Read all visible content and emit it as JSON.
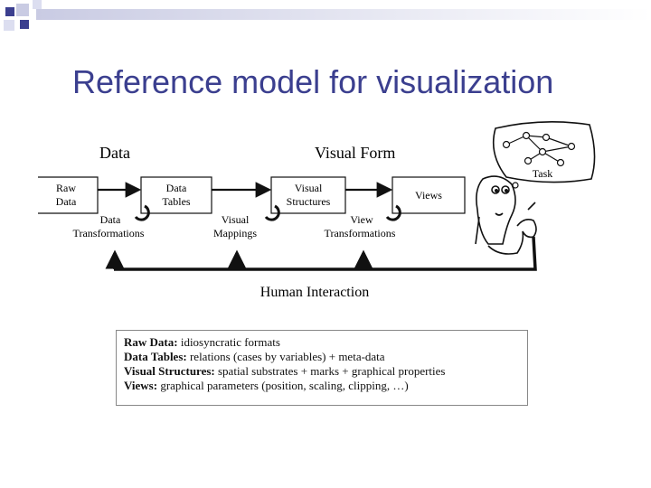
{
  "slide": {
    "title": "Reference model for visualization"
  },
  "diagram": {
    "header_data": "Data",
    "header_visual_form": "Visual Form",
    "boxes": {
      "raw_data_line1": "Raw",
      "raw_data_line2": "Data",
      "data_tables_line1": "Data",
      "data_tables_line2": "Tables",
      "visual_structures_line1": "Visual",
      "visual_structures_line2": "Structures",
      "views": "Views"
    },
    "transforms": {
      "data_transformations_line1": "Data",
      "data_transformations_line2": "Transformations",
      "visual_mappings_line1": "Visual",
      "visual_mappings_line2": "Mappings",
      "view_transformations_line1": "View",
      "view_transformations_line2": "Transformations"
    },
    "task_label": "Task",
    "human_interaction": "Human Interaction"
  },
  "legend": {
    "raw_data_term": "Raw Data:",
    "raw_data_desc": " idiosyncratic formats",
    "data_tables_term": "Data Tables:",
    "data_tables_desc": " relations (cases by variables)  +  meta-data",
    "visual_structures_term": "Visual Structures:",
    "visual_structures_desc": " spatial substrates  +  marks  +  graphical properties",
    "views_term": "Views:",
    "views_desc": " graphical parameters (position, scaling, clipping, …)"
  },
  "colors": {
    "title": "#3b3f8f",
    "corner_dark": "#3b3f8f",
    "corner_light": "#c9cbe3"
  }
}
